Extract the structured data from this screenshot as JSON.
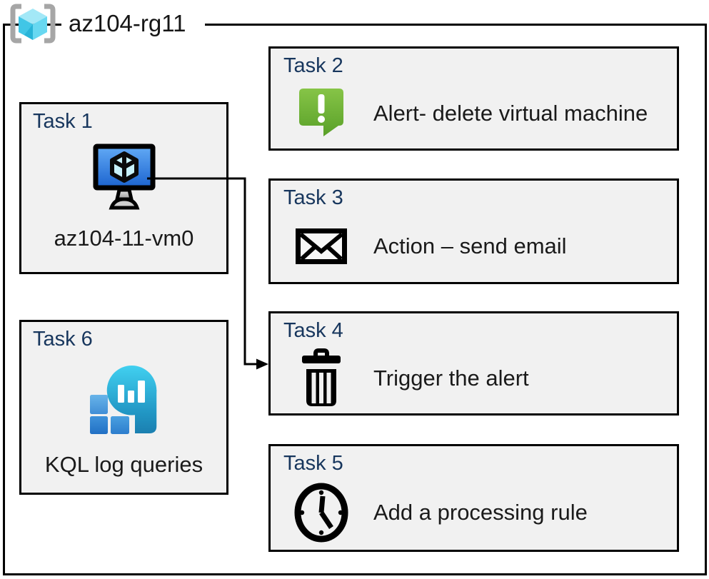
{
  "resource_group": {
    "label": "az104-rg11",
    "icon": "resource-group-icon"
  },
  "tasks": [
    {
      "header": "Task 1",
      "label": "az104-11-vm0",
      "icon": "virtual-machine-icon"
    },
    {
      "header": "Task 2",
      "label": "Alert- delete virtual machine",
      "icon": "alert-icon"
    },
    {
      "header": "Task 3",
      "label": "Action – send email",
      "icon": "email-icon"
    },
    {
      "header": "Task 4",
      "label": "Trigger the alert",
      "icon": "trash-icon"
    },
    {
      "header": "Task 5",
      "label": "Add a processing rule",
      "icon": "clock-icon"
    },
    {
      "header": "Task 6",
      "label": "KQL log queries",
      "icon": "kql-log-queries-icon"
    }
  ],
  "connector": {
    "from": "Task 1",
    "to": "Task 4",
    "type": "elbow-arrow"
  },
  "colors": {
    "task_header_blue": "#17365D",
    "box_background": "#F1F1F1",
    "frame_border": "#000000",
    "alert_green_top": "#86C447",
    "alert_green_bottom": "#59A028",
    "vm_screen_blue_top": "#62AAF5",
    "vm_screen_blue_bottom": "#1B63CF",
    "rg_cube_cyan": "#4FC9E8",
    "rg_bracket_gray": "#A6A6A6",
    "log_balloon_cyan_top": "#41D0F0",
    "log_balloon_blue_bottom": "#1B7FB0",
    "log_square_blue": "#2E7DCD"
  }
}
